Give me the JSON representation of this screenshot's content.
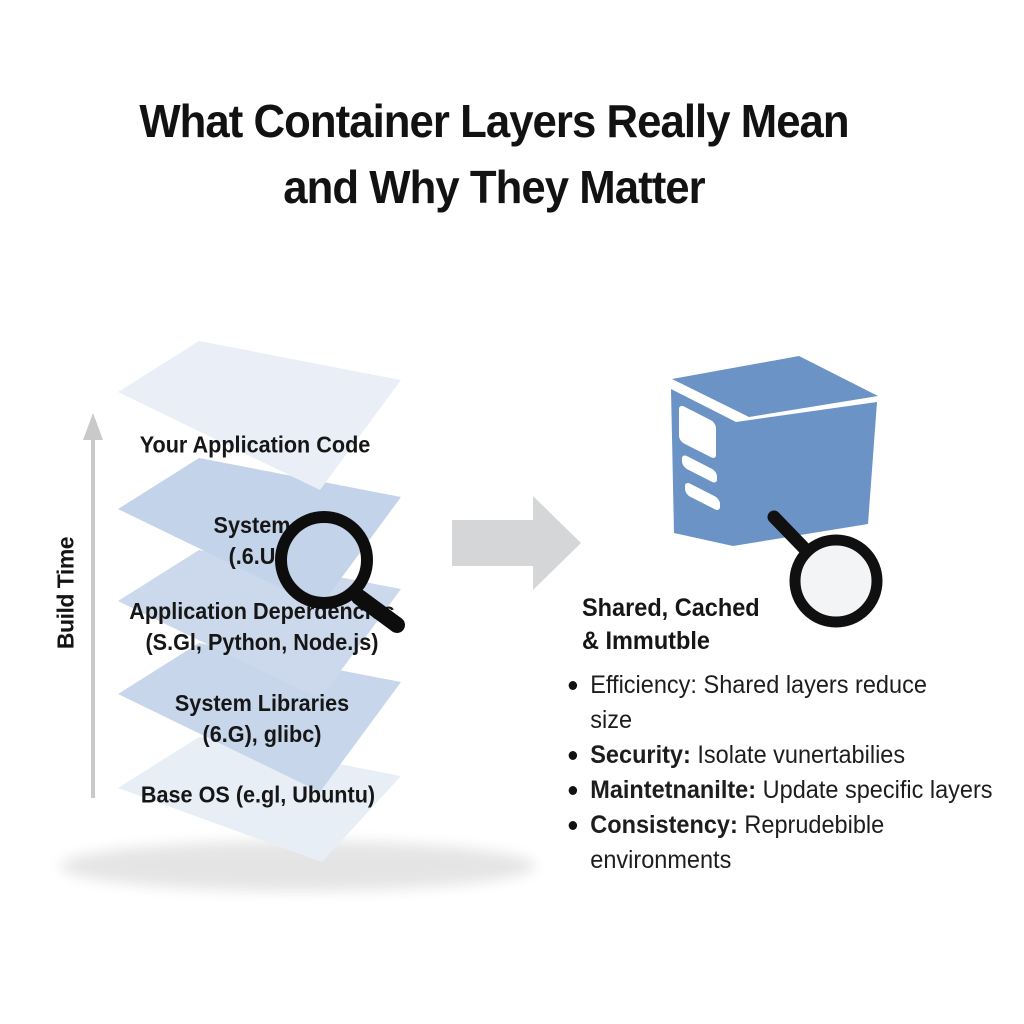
{
  "title": {
    "line1": "What Container Layers Really Mean",
    "line2": "and Why They Matter"
  },
  "stack": {
    "axis_label": "Build Time",
    "layers": [
      {
        "line1": "Your Application Code",
        "line2": ""
      },
      {
        "line1": "System",
        "line2": "(.6.U"
      },
      {
        "line1": "Application Deperdencies",
        "line2": "(S.Gl, Python, Node.js)"
      },
      {
        "line1": "System Libraries",
        "line2": "(6.G), glibc)"
      },
      {
        "line1": "Base OS (e.gl, Ubuntu)",
        "line2": ""
      }
    ]
  },
  "right": {
    "heading_line1": "Shared, Cached",
    "heading_line2": "& Immutble",
    "bullets": [
      {
        "lead": "Efficiency:",
        "rest": "Shared layers reduce\nsize"
      },
      {
        "lead": "Security:",
        "rest": "Isolate vunertabilies"
      },
      {
        "lead": "Maintetnanilte:",
        "rest": "Update specific layers"
      },
      {
        "lead": "Consistency:",
        "rest": "Reprudebible\nenvironments"
      }
    ]
  },
  "icons": {
    "left_magnifier": "magnifier-icon",
    "right_magnifier": "magnifier-icon",
    "container_box": "container-box-icon",
    "axis_arrow": "arrow-up-icon",
    "transform_arrow": "arrow-right-icon"
  },
  "colors": {
    "box_blue": "#6b93c6",
    "slab_light": "#eaeff7",
    "slab_medium": "#c3d3e9",
    "transform_arrow_gray": "#d5d6d8",
    "axis_gray": "#c9c9c9",
    "text_dark": "#161616",
    "background": "#ffffff"
  }
}
